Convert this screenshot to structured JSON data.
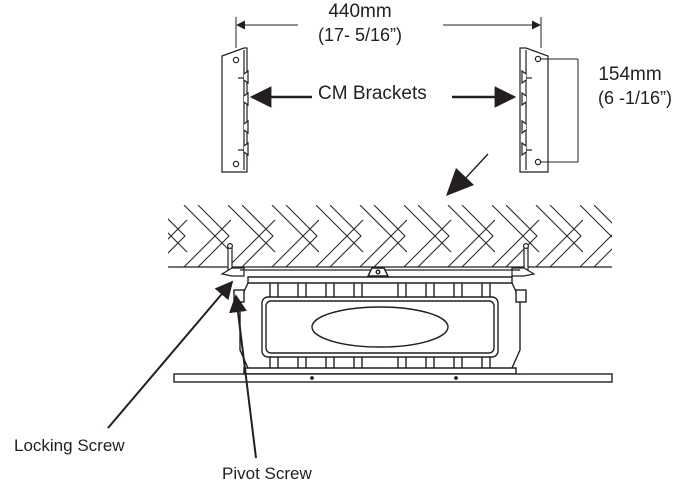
{
  "dimensions": {
    "width_mm": "440mm",
    "width_in": "(17- 5/16”)",
    "height_mm": "154mm",
    "height_in": "(6 -1/16”)"
  },
  "labels": {
    "brackets": "CM Brackets",
    "locking_screw": "Locking Screw",
    "pivot_screw": "Pivot Screw"
  },
  "colors": {
    "line": "#231f20",
    "background": "#ffffff"
  }
}
